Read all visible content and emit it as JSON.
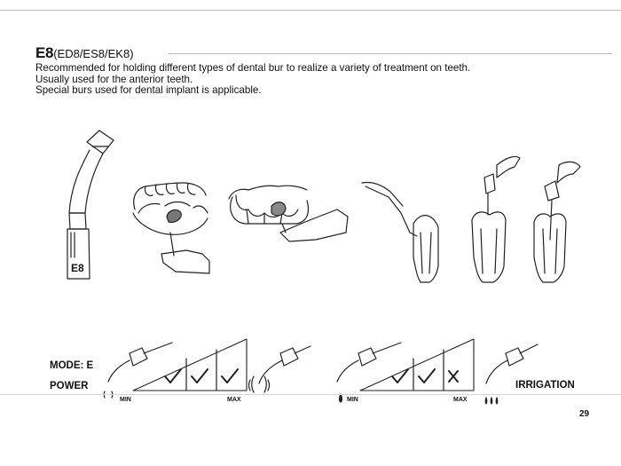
{
  "header": {
    "model_code": "E8",
    "model_variants": "(ED8/ES8/EK8)",
    "description": [
      "Recommended for holding different types of dental bur to realize a variety of treatment on teeth.",
      "Usually used for the anterior teeth.",
      "Special burs used for dental implant is applicable."
    ]
  },
  "tip_label": "E8",
  "settings": {
    "mode_label": "MODE: E",
    "power_label": "POWER",
    "irrigation_label": "IRRIGATION",
    "power_scale": {
      "min_label": "MIN",
      "max_label": "MAX",
      "levels": [
        "check",
        "check",
        "check"
      ]
    },
    "irrigation_scale": {
      "min_label": "MIN",
      "max_label": "MAX",
      "levels": [
        "check",
        "check",
        "cross"
      ]
    }
  },
  "page_number": "29"
}
